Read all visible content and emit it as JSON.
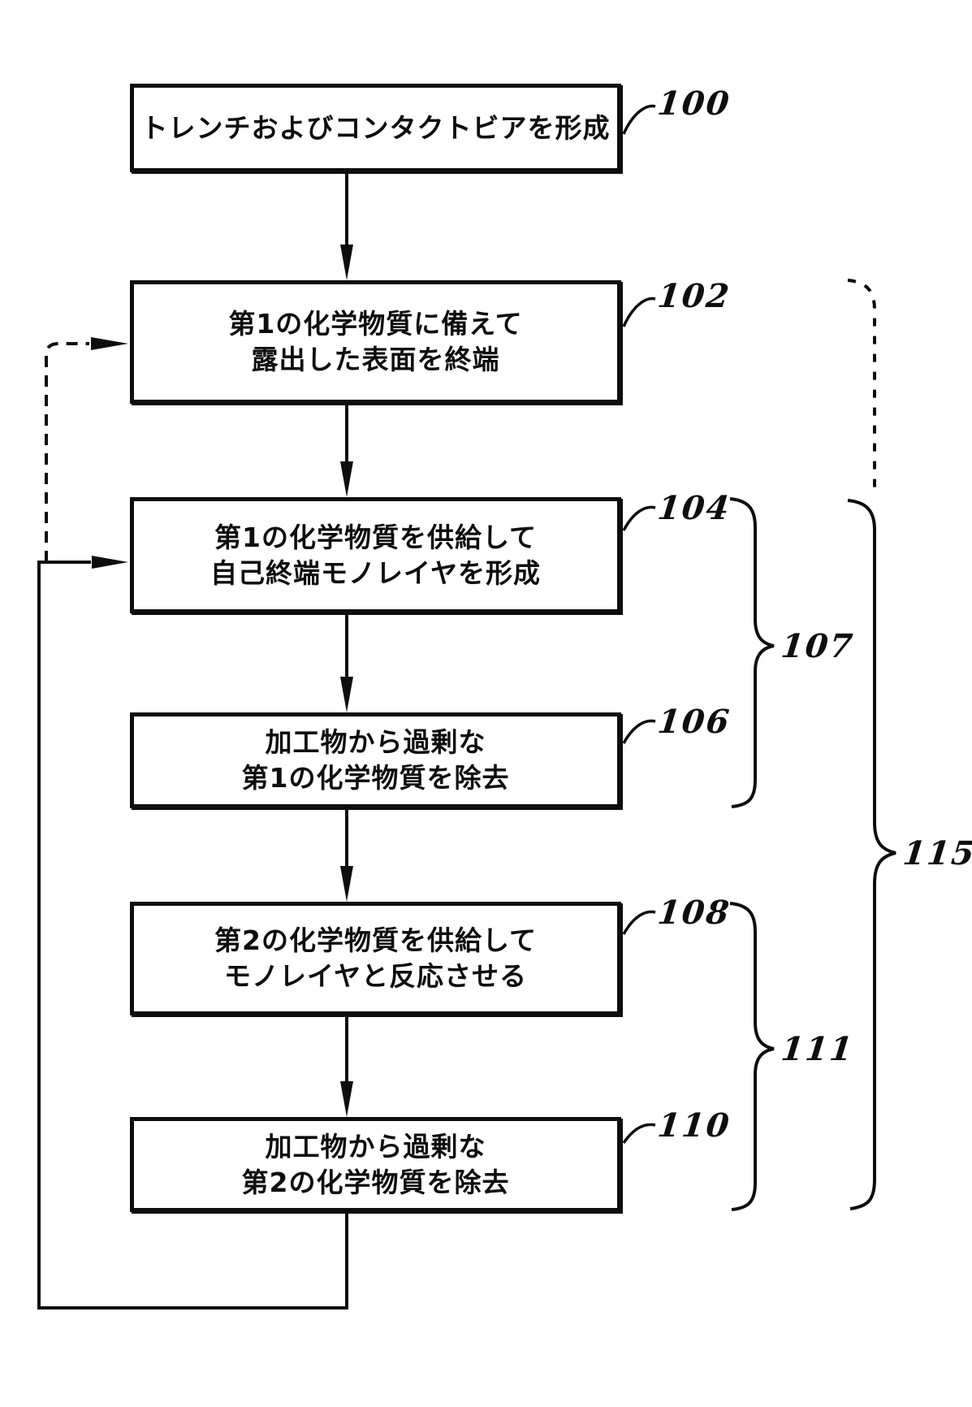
{
  "figure": {
    "type": "flowchart",
    "colors": {
      "ink": "#0e0e0e",
      "background": "#ffffff"
    },
    "boxes": [
      {
        "id": "100",
        "lines": [
          "トレンチおよびコンタクトビアを形成"
        ]
      },
      {
        "id": "102",
        "lines": [
          "第1の化学物質に備えて",
          "露出した表面を終端"
        ]
      },
      {
        "id": "104",
        "lines": [
          "第1の化学物質を供給して",
          "自己終端モノレイヤを形成"
        ]
      },
      {
        "id": "106",
        "lines": [
          "加工物から過剰な",
          "第1の化学物質を除去"
        ]
      },
      {
        "id": "108",
        "lines": [
          "第2の化学物質を供給して",
          "モノレイヤと反応させる"
        ]
      },
      {
        "id": "110",
        "lines": [
          "加工物から過剰な",
          "第2の化学物質を除去"
        ]
      }
    ],
    "refs": [
      {
        "text": "100"
      },
      {
        "text": "102"
      },
      {
        "text": "104"
      },
      {
        "text": "106"
      },
      {
        "text": "108"
      },
      {
        "text": "110"
      },
      {
        "text": "107"
      },
      {
        "text": "111"
      },
      {
        "text": "115"
      }
    ]
  }
}
